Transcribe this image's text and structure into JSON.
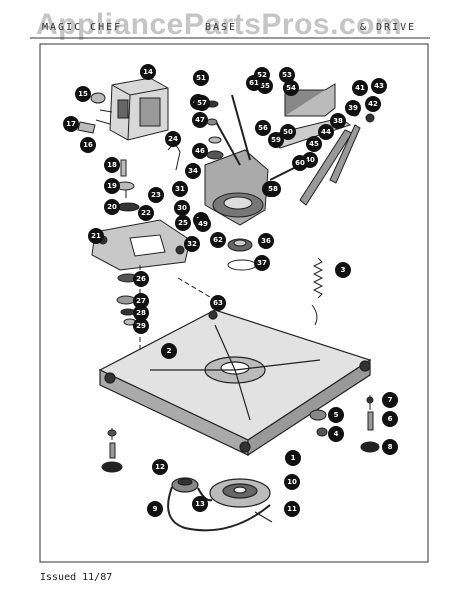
{
  "watermark": "AppliancePartsPros.com",
  "header": {
    "left": "MAGIC CHEF",
    "middle": "BASE",
    "right": "& DRIVE"
  },
  "footer": {
    "issued": "Issued 11/87"
  },
  "callouts": [
    "14",
    "15",
    "16",
    "17",
    "18",
    "19",
    "20",
    "21",
    "22",
    "23",
    "24",
    "25",
    "26",
    "27",
    "28",
    "29",
    "30",
    "31",
    "32",
    "33",
    "34",
    "35",
    "36",
    "37",
    "38",
    "39",
    "40",
    "41",
    "42",
    "43",
    "44",
    "45",
    "46",
    "47",
    "48",
    "49",
    "50",
    "51",
    "52",
    "53",
    "54",
    "55",
    "56",
    "57",
    "58",
    "59",
    "60",
    "61",
    "62",
    "63",
    "1",
    "2",
    "3",
    "4",
    "5",
    "6",
    "7",
    "8",
    "9",
    "10",
    "11",
    "12",
    "13"
  ]
}
